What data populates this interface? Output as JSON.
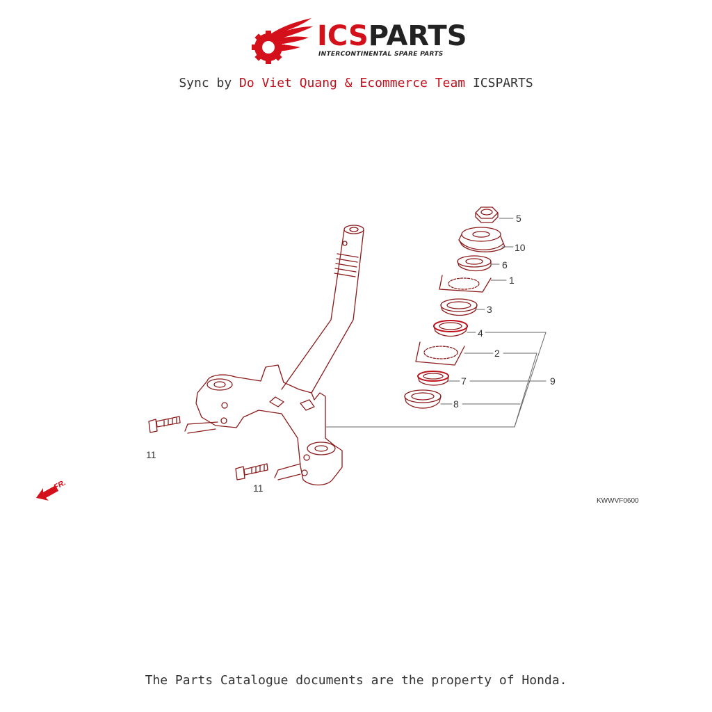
{
  "logo": {
    "brand_a": "ICS",
    "brand_b": "PARTS",
    "tagline": "INTERCONTINENTAL SPARE PARTS"
  },
  "sync": {
    "prefix": "Sync by ",
    "names": "Do Viet Quang & Ecommerce Team",
    "suffix": " ICSPARTS"
  },
  "diagram": {
    "part_labels": [
      "5",
      "10",
      "6",
      "1",
      "3",
      "4",
      "2",
      "9",
      "7",
      "8",
      "11",
      "11"
    ],
    "front_label": "FR.",
    "drawing_code": "KWWVF0600"
  },
  "footer": "The Parts Catalogue documents are the property of Honda.",
  "colors": {
    "brand_red": "#d4101b",
    "line_art": "#8b1a1a",
    "text": "#333333"
  }
}
